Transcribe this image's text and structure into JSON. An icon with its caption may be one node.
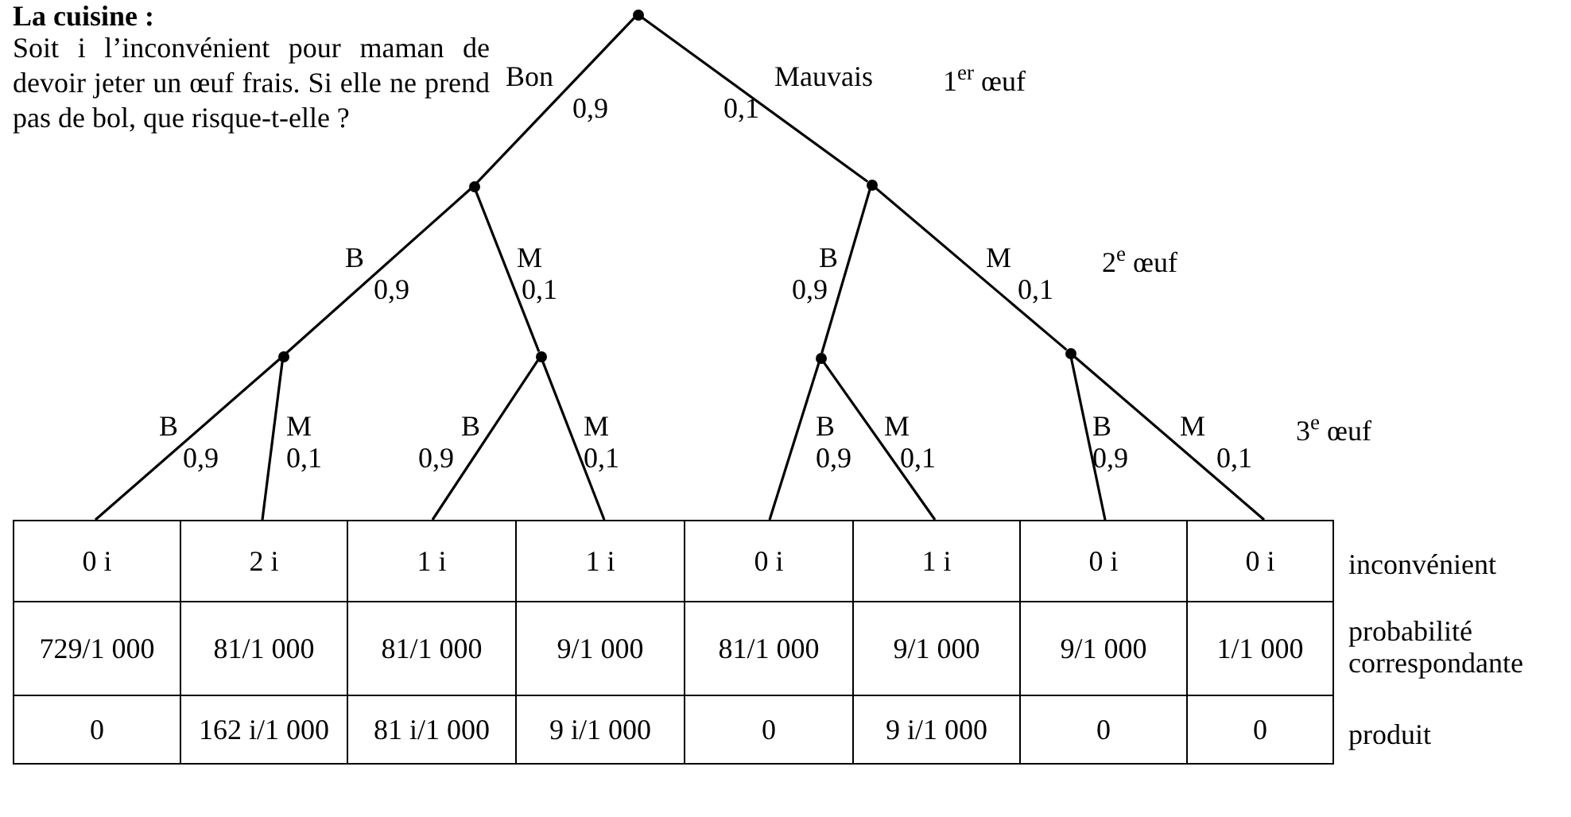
{
  "diagram": {
    "title": "La cuisine :",
    "nodes": [
      {
        "text": [],
        "shape": "circle"
      },
      {
        "text": [],
        "shape": "circle"
      },
      {
        "text": [],
        "shape": "circle"
      },
      {
        "text": [],
        "shape": "circle"
      },
      {
        "text": [],
        "shape": "circle"
      },
      {
        "text": [],
        "shape": "circle"
      },
      {
        "text": [],
        "shape": "circle"
      },
      {
        "text": [
          "0 i"
        ]
      },
      {
        "text": [
          "2 i"
        ]
      },
      {
        "text": [
          "1 i"
        ]
      },
      {
        "text": [
          "1 i"
        ]
      },
      {
        "text": [
          "0 i"
        ]
      },
      {
        "text": [
          "1 i"
        ]
      },
      {
        "text": [
          "0 i"
        ]
      },
      {
        "text": [
          "0 i"
        ]
      }
    ],
    "edges": [
      {
        "from": 0,
        "to": 1,
        "arrow": "none",
        "label": "Bon 0,9"
      },
      {
        "from": 0,
        "to": 2,
        "arrow": "none",
        "label": "Mauvais 0,1"
      },
      {
        "from": 1,
        "to": 3,
        "arrow": "none",
        "label": "B 0,9"
      },
      {
        "from": 1,
        "to": 4,
        "arrow": "none",
        "label": "M 0,1"
      },
      {
        "from": 2,
        "to": 5,
        "arrow": "none",
        "label": "B 0,9"
      },
      {
        "from": 2,
        "to": 6,
        "arrow": "none",
        "label": "M 0,1"
      },
      {
        "from": 3,
        "to": 7,
        "arrow": "none",
        "label": "B 0,9"
      },
      {
        "from": 3,
        "to": 8,
        "arrow": "none",
        "label": "M 0,1"
      },
      {
        "from": 4,
        "to": 9,
        "arrow": "none",
        "label": "B 0,9"
      },
      {
        "from": 4,
        "to": 10,
        "arrow": "none",
        "label": "M 0,1"
      },
      {
        "from": 5,
        "to": 11,
        "arrow": "none",
        "label": "B 0,9"
      },
      {
        "from": 5,
        "to": 12,
        "arrow": "none",
        "label": "M 0,1"
      },
      {
        "from": 6,
        "to": 13,
        "arrow": "none",
        "label": "B 0,9"
      },
      {
        "from": 6,
        "to": 14,
        "arrow": "none",
        "label": "M 0,1"
      }
    ],
    "labels": [
      "Soit i l’inconvénient pour maman de devoir jeter un œuf frais. Si elle ne prend pas de bol, que risque-t-elle ?",
      "1$^{er}$ œuf",
      "2$^{e}$ œuf",
      "3$^{e}$ œuf",
      "inconvénient",
      "729/1 000",
      "81/1 000",
      "81/1 000",
      "9/1 000",
      "81/1 000",
      "9/1 000",
      "9/1 000",
      "1/1 000",
      "probabilité correspondante",
      "0",
      "162 i/1 000",
      "81 i/1 000",
      "9 i/1 000",
      "0",
      "9 i/1 000",
      "0",
      "0",
      "produit"
    ]
  }
}
